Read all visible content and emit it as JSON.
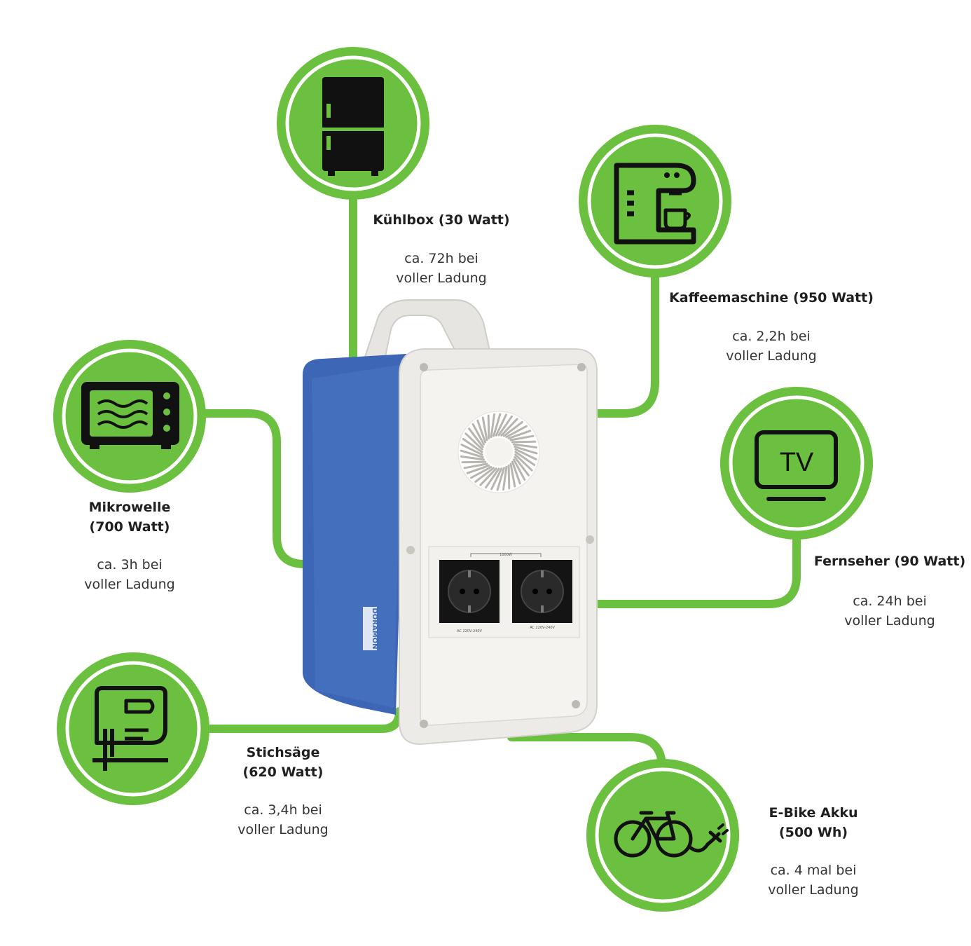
{
  "colors": {
    "accent": "#6cc03f",
    "icon": "#111111",
    "panel_blue": "#3b64b3",
    "device_white": "#ecebe8"
  },
  "devices": [
    {
      "id": "kuehlbox",
      "icon": "fridge-icon",
      "title": "Kühlbox (30 Watt)",
      "desc": "ca. 72h bei\nvoller Ladung"
    },
    {
      "id": "kaffeemaschine",
      "icon": "coffee-machine-icon",
      "title": "Kaffeemaschine (950 Watt)",
      "desc": "ca. 2,2h bei\nvoller Ladung"
    },
    {
      "id": "mikrowelle",
      "icon": "microwave-icon",
      "title": "Mikrowelle\n(700 Watt)",
      "desc": "ca. 3h bei\nvoller Ladung"
    },
    {
      "id": "fernseher",
      "icon": "tv-icon",
      "icon_text": "TV",
      "title": "Fernseher (90 Watt)",
      "desc": "ca. 24h bei\nvoller Ladung"
    },
    {
      "id": "stichsaege",
      "icon": "jigsaw-icon",
      "title": "Stichsäge\n(620 Watt)",
      "desc": "ca. 3,4h bei\nvoller Ladung"
    },
    {
      "id": "ebike",
      "icon": "ebike-icon",
      "title": "E-Bike Akku\n(500 Wh)",
      "desc": "ca. 4 mal bei\nvoller Ladung"
    }
  ],
  "power_station": {
    "side_brand": "DORAMON",
    "outlet_label": "AC 220V-240V",
    "outlet_bar_label": "1000W"
  }
}
